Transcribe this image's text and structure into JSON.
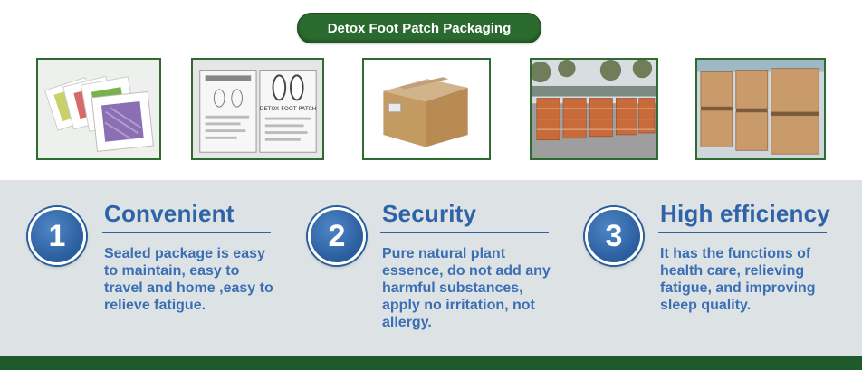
{
  "header": {
    "title": "Detox Foot Patch Packaging"
  },
  "photos": [
    {
      "name": "foot-patch-pads-photo"
    },
    {
      "name": "detox-foot-patch-box-photo",
      "box_label": "DETOX FOOT PATCH"
    },
    {
      "name": "carton-box-photo"
    },
    {
      "name": "pallets-outdoor-photo"
    },
    {
      "name": "warehouse-pallets-photo"
    }
  ],
  "features": [
    {
      "number": "1",
      "title": "Convenient",
      "text": "Sealed package is easy\nto maintain, easy to\ntravel and home ,easy to\nrelieve fatigue."
    },
    {
      "number": "2",
      "title": "Security",
      "text": "Pure natural plant\nessence, do not add any\nharmful substances,\napply no irritation, not\nallergy."
    },
    {
      "number": "3",
      "title": "High efficiency",
      "text": "It has the functions of\nhealth care, relieving\nfatigue, and improving\nsleep quality."
    }
  ],
  "colors": {
    "brand_green": "#2b6a2f",
    "accent_blue": "#2f63a8",
    "band_gray": "#dde2e5"
  }
}
